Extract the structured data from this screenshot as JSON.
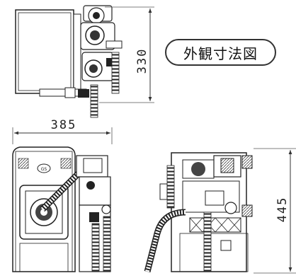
{
  "title": "外観寸法図",
  "dimensions": {
    "height_top": "330",
    "width_front": "385",
    "height_side": "445"
  }
}
